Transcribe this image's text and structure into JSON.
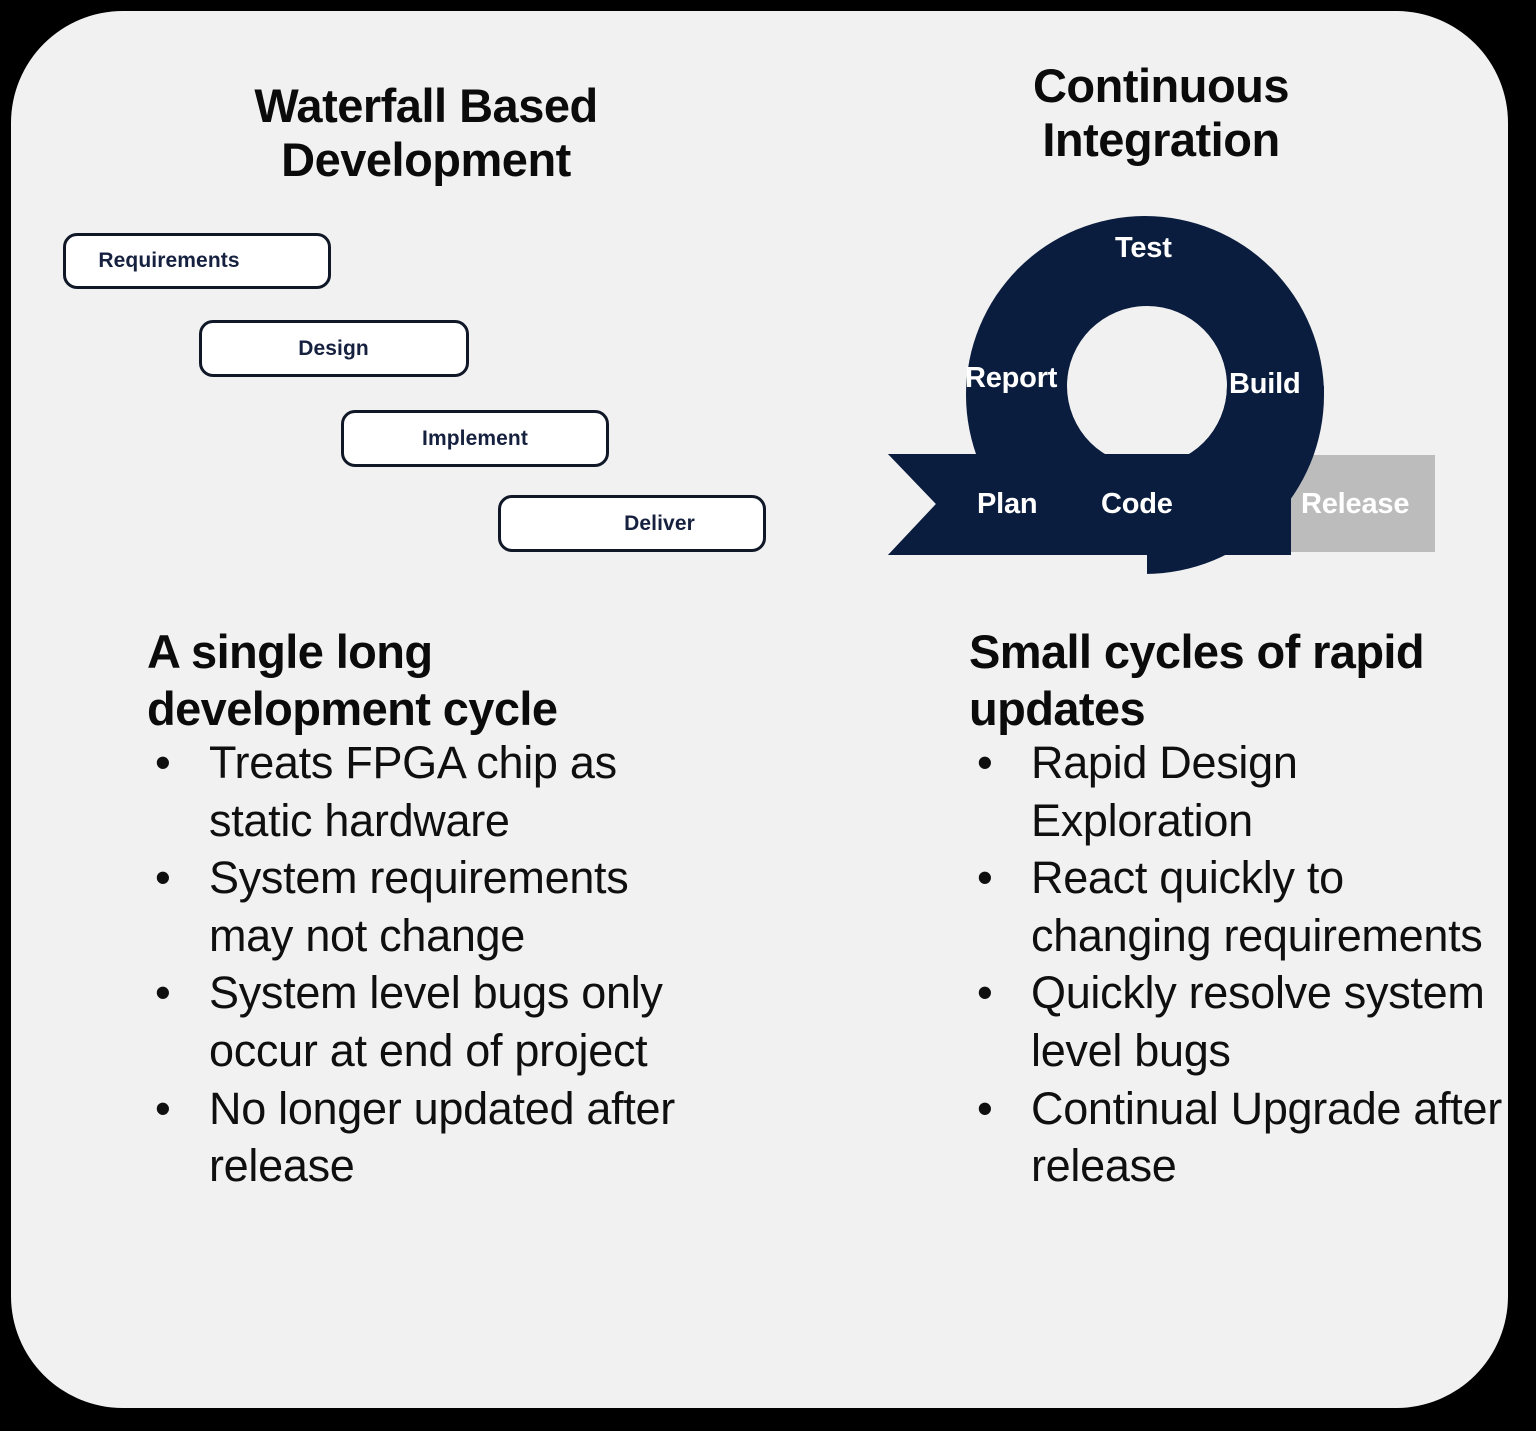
{
  "theme": {
    "page_background": "#000000",
    "card_background": "#f1f1f1",
    "navy": "#0b1d3e",
    "grey": "#bcbcbc",
    "box_border": "#101828",
    "box_text": "#16213f",
    "heading_text": "#0b0b0b"
  },
  "left_column": {
    "title": "Waterfall Based\nDevelopment",
    "stages": [
      {
        "label": "Requirements"
      },
      {
        "label": "Design"
      },
      {
        "label": "Implement"
      },
      {
        "label": "Deliver"
      }
    ],
    "heading": "A single long\ndevelopment cycle",
    "bullets": [
      "Treats FPGA chip as static hardware",
      "System requirements may not change",
      "System level bugs only occur at end of project",
      "No longer updated after release"
    ]
  },
  "right_column": {
    "title": "Continuous\nIntegration",
    "cycle": {
      "ring_labels": [
        "Test",
        "Report",
        "Build"
      ],
      "banner_labels": [
        "Plan",
        "Code"
      ],
      "trailing_label": "Release",
      "ring_color": "#0b1d3e",
      "banner_color": "#0b1d3e",
      "trailing_color": "#bcbcbc"
    },
    "heading": "Small cycles of rapid\nupdates",
    "bullets": [
      "Rapid Design Exploration",
      "React quickly to changing requirements",
      "Quickly resolve system level bugs",
      "Continual Upgrade after release"
    ]
  },
  "bullet_glyph": "•"
}
